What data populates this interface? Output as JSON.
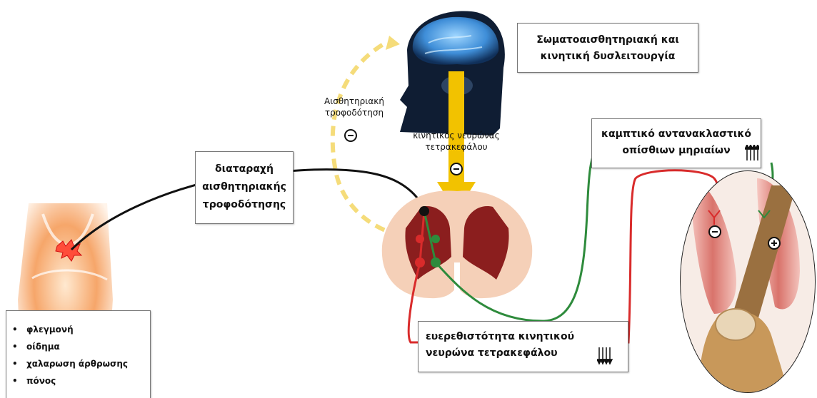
{
  "boxes": {
    "dysfunction": {
      "line1": "Σωματοαισθητηριακή και",
      "line2": "κινητική δυσλειτουργία"
    },
    "sensory_disturbance": {
      "line1": "διαταραχή",
      "line2": "αισθητηριακής",
      "line3": "τροφοδότησης"
    },
    "flexor_reflex": {
      "line1": "καμπτικό αντανακλαστικό",
      "line2": "οπίσθιων μηριαίων"
    },
    "excitability": {
      "line1": "ευερεθιστότητα κινητικού",
      "line2": "νευρώνα τετρακεφάλου"
    }
  },
  "labels": {
    "sensory_feedback": {
      "line1": "Αισθητηριακή",
      "line2": "τροφοδότηση"
    },
    "motor_neuron": {
      "line1": "κινητικός νευρώνας",
      "line2": "τετρακεφάλου"
    }
  },
  "symptoms": [
    "φλεγμονή",
    "οίδημα",
    "χαλαρωση άρθρωσης",
    "πόνος"
  ],
  "colors": {
    "gold_arrow": "#f2c200",
    "dashed_loop": "#f5dc7a",
    "red_pathway": "#d92b2b",
    "green_pathway": "#2e8b3c",
    "black_pathway": "#111111",
    "spinal_gray": "#8b1e1e",
    "spinal_white": "#f5d0b8"
  },
  "icons": [
    "brain-head-icon",
    "knee-xray-icon",
    "spinal-cord-icon",
    "knee-muscles-icon",
    "inhibit-minus-icon",
    "excite-plus-icon",
    "up-arrows-icon",
    "down-arrows-icon"
  ]
}
